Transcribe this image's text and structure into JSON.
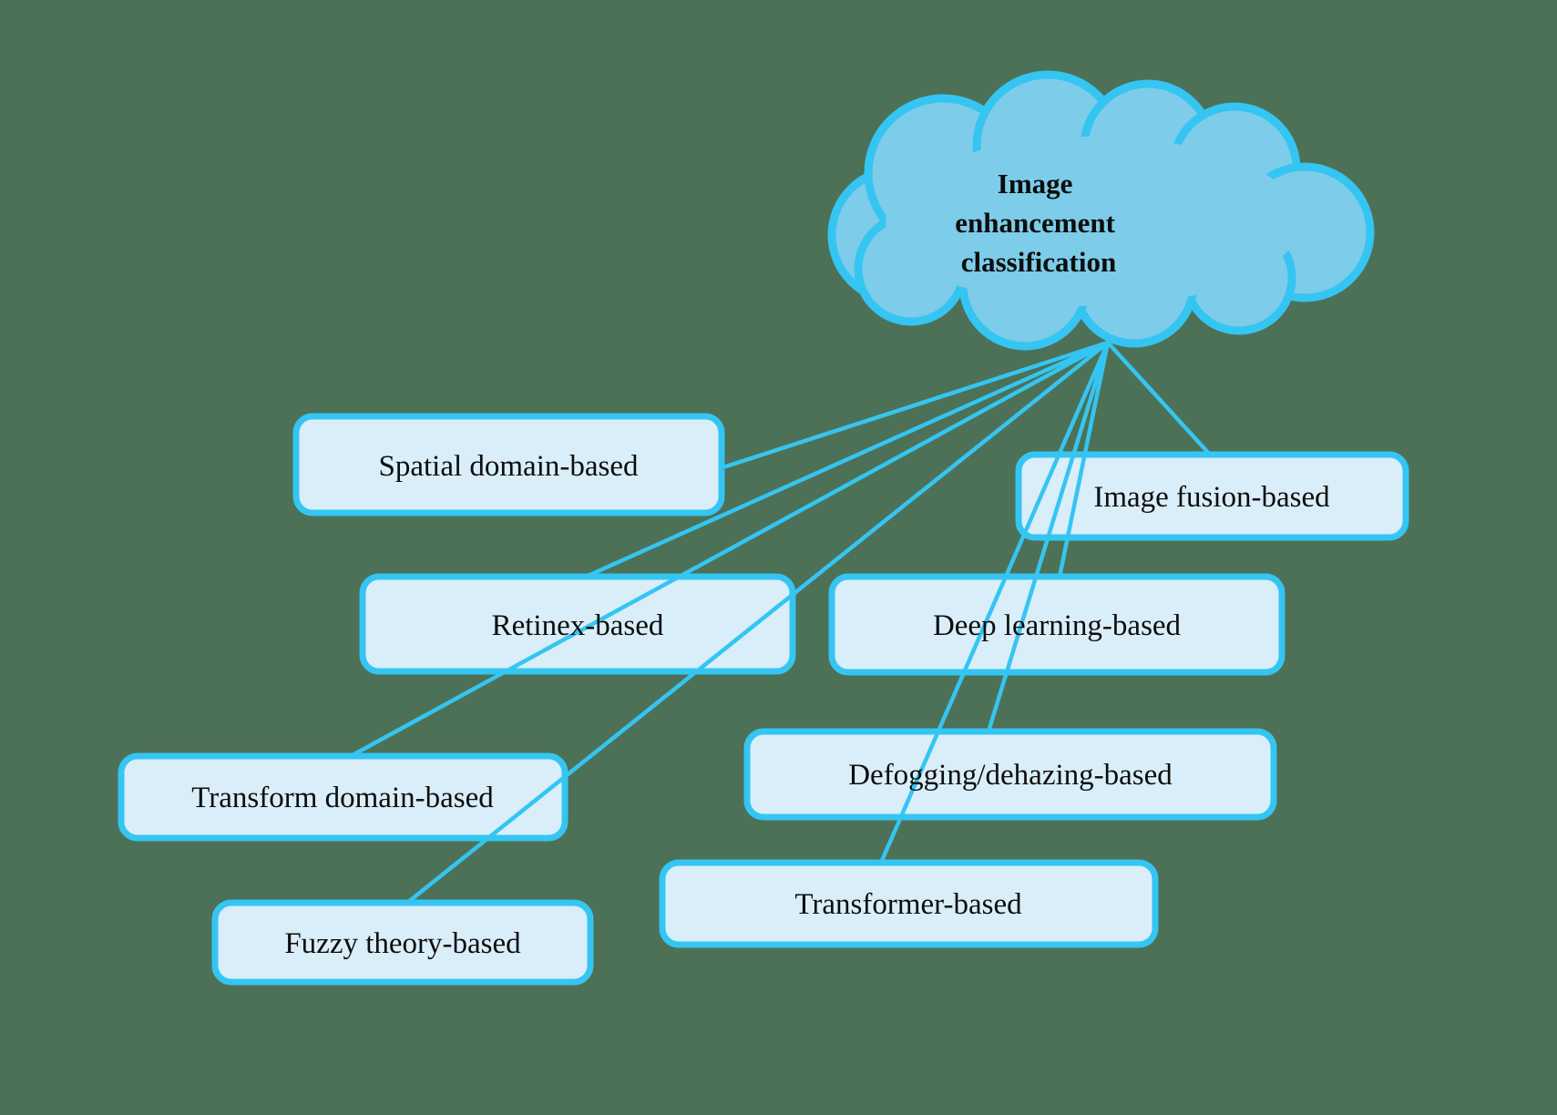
{
  "diagram": {
    "type": "classification-tree",
    "background_color": "#4c7156",
    "accent_color": "#35c5f2",
    "box_fill_color": "#d9eef9",
    "cloud_fill_color": "#7dccea",
    "text_color": "#0d0d0d"
  },
  "root": {
    "id": "image-enhancement-classification",
    "label": "Image enhancement classification",
    "label_lines": [
      "Image",
      "enhancement",
      "classification"
    ]
  },
  "nodes": [
    {
      "id": "spatial-domain-based",
      "label": "Spatial domain-based"
    },
    {
      "id": "image-fusion-based",
      "label": "Image fusion-based"
    },
    {
      "id": "retinex-based",
      "label": "Retinex-based"
    },
    {
      "id": "deep-learning-based",
      "label": "Deep learning-based"
    },
    {
      "id": "transform-domain-based",
      "label": "Transform domain-based"
    },
    {
      "id": "defogging-dehazing-based",
      "label": "Defogging/dehazing-based"
    },
    {
      "id": "fuzzy-theory-based",
      "label": "Fuzzy theory-based"
    },
    {
      "id": "transformer-based",
      "label": "Transformer-based"
    }
  ],
  "edges": [
    {
      "from": "image-enhancement-classification",
      "to": "spatial-domain-based"
    },
    {
      "from": "image-enhancement-classification",
      "to": "retinex-based"
    },
    {
      "from": "image-enhancement-classification",
      "to": "transform-domain-based"
    },
    {
      "from": "image-enhancement-classification",
      "to": "fuzzy-theory-based"
    },
    {
      "from": "image-enhancement-classification",
      "to": "image-fusion-based"
    },
    {
      "from": "image-enhancement-classification",
      "to": "deep-learning-based"
    },
    {
      "from": "image-enhancement-classification",
      "to": "defogging-dehazing-based"
    },
    {
      "from": "image-enhancement-classification",
      "to": "transformer-based"
    }
  ]
}
